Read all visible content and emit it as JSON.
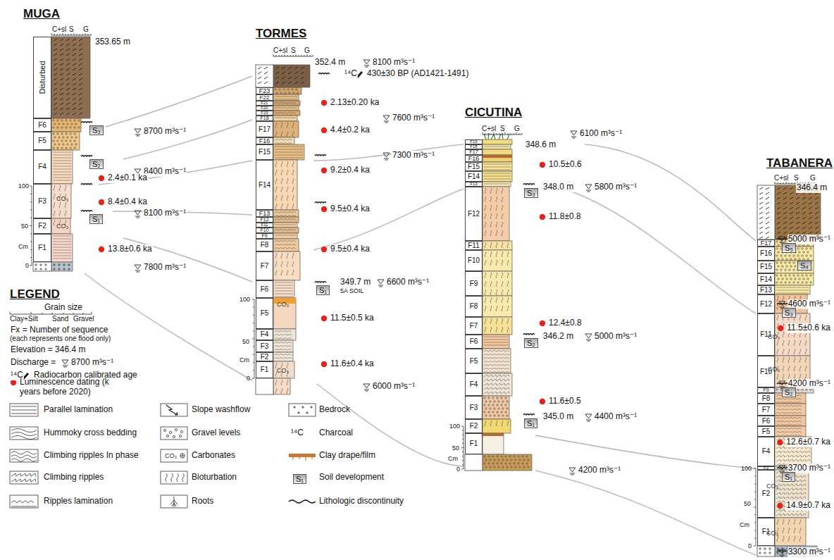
{
  "diagram": {
    "nodes": [
      {
        "text": [
          "MUGA"
        ]
      },
      {
        "text": [
          "Disturbed"
        ],
        "in": 0
      },
      {
        "text": [
          "F6"
        ],
        "in": 0
      },
      {
        "text": [
          "F5"
        ],
        "in": 0
      },
      {
        "text": [
          "F4"
        ],
        "in": 0
      },
      {
        "text": [
          "F3"
        ],
        "in": 0
      },
      {
        "text": [
          "F2"
        ],
        "in": 0
      },
      {
        "text": [
          "F1"
        ],
        "in": 0
      },
      {
        "text": [
          "TORMES"
        ]
      },
      {
        "text": [
          "F23"
        ],
        "in": 8
      },
      {
        "text": [
          "F22"
        ],
        "in": 8
      },
      {
        "text": [
          "F21"
        ],
        "in": 8
      },
      {
        "text": [
          "F20"
        ],
        "in": 8
      },
      {
        "text": [
          "F19"
        ],
        "in": 8
      },
      {
        "text": [
          "F18"
        ],
        "in": 8
      },
      {
        "text": [
          "F17"
        ],
        "in": 8
      },
      {
        "text": [
          "F16"
        ],
        "in": 8
      },
      {
        "text": [
          "F15"
        ],
        "in": 8
      },
      {
        "text": [
          "F14"
        ],
        "in": 8
      },
      {
        "text": [
          "F13"
        ],
        "in": 8
      },
      {
        "text": [
          "F12"
        ],
        "in": 8
      },
      {
        "text": [
          "F11"
        ],
        "in": 8
      },
      {
        "text": [
          "F10"
        ],
        "in": 8
      },
      {
        "text": [
          "F9"
        ],
        "in": 8
      },
      {
        "text": [
          "F8"
        ],
        "in": 8
      },
      {
        "text": [
          "F7"
        ],
        "in": 8
      },
      {
        "text": [
          "F6"
        ],
        "in": 8
      },
      {
        "text": [
          "F5"
        ],
        "in": 8
      },
      {
        "text": [
          "F4"
        ],
        "in": 8
      },
      {
        "text": [
          "F3"
        ],
        "in": 8
      },
      {
        "text": [
          "F2"
        ],
        "in": 8
      },
      {
        "text": [
          "F1"
        ],
        "in": 8
      },
      {
        "text": [
          "CICUTINA"
        ]
      },
      {
        "text": [
          "F19"
        ],
        "in": 32
      },
      {
        "text": [
          "F18"
        ],
        "in": 32
      },
      {
        "text": [
          "F17"
        ],
        "in": 32
      },
      {
        "text": [
          "F16"
        ],
        "in": 32
      },
      {
        "text": [
          "F15"
        ],
        "in": 32
      },
      {
        "text": [
          "F14"
        ],
        "in": 32
      },
      {
        "text": [
          "F13"
        ],
        "in": 32
      },
      {
        "text": [
          "F12"
        ],
        "in": 32
      },
      {
        "text": [
          "F11"
        ],
        "in": 32
      },
      {
        "text": [
          "F10"
        ],
        "in": 32
      },
      {
        "text": [
          "F9"
        ],
        "in": 32
      },
      {
        "text": [
          "F8"
        ],
        "in": 32
      },
      {
        "text": [
          "F7"
        ],
        "in": 32
      },
      {
        "text": [
          "F6"
        ],
        "in": 32
      },
      {
        "text": [
          "F5"
        ],
        "in": 32
      },
      {
        "text": [
          "F4"
        ],
        "in": 32
      },
      {
        "text": [
          "F3"
        ],
        "in": 32
      },
      {
        "text": [
          "F2"
        ],
        "in": 32
      },
      {
        "text": [
          "F1"
        ],
        "in": 32
      },
      {
        "text": [
          "TABANERA"
        ]
      },
      {
        "text": [
          "F17"
        ],
        "in": 52
      },
      {
        "text": [
          "F16"
        ],
        "in": 52
      },
      {
        "text": [
          "F15"
        ],
        "in": 52
      },
      {
        "text": [
          "F14"
        ],
        "in": 52
      },
      {
        "text": [
          "F13"
        ],
        "in": 52
      },
      {
        "text": [
          "F12"
        ],
        "in": 52
      },
      {
        "text": [
          "F11"
        ],
        "in": 52
      },
      {
        "text": [
          "F10"
        ],
        "in": 52
      },
      {
        "text": [
          "F9"
        ],
        "in": 52
      },
      {
        "text": [
          "F8"
        ],
        "in": 52
      },
      {
        "text": [
          "F7"
        ],
        "in": 52
      },
      {
        "text": [
          "F6"
        ],
        "in": 52
      },
      {
        "text": [
          "F5"
        ],
        "in": 52
      },
      {
        "text": [
          "F4"
        ],
        "in": 52
      },
      {
        "text": [
          "F3"
        ],
        "in": 52
      },
      {
        "text": [
          "F2"
        ],
        "in": 52
      },
      {
        "text": [
          "F1"
        ],
        "in": 52
      }
    ],
    "labels": [
      "C+sl",
      "S",
      "G",
      "353.65 m",
      "S₃",
      "8700 m³s⁻¹",
      "S₂",
      "8400 m³s⁻¹",
      "2.4±0.1 ka",
      "8.4±0.4 ka",
      "S₁",
      "8100 m³s⁻¹",
      "13.8±0.6 ka",
      "7800 m³s⁻¹",
      "CO₃",
      "CO₃",
      "100",
      "50",
      "0",
      "Cm",
      "C+sl",
      "S",
      "G",
      "352.4 m",
      "8100 m³s⁻¹",
      "¹⁴C",
      "430±30 BP (AD1421-1491)",
      "2.13±0.20 ka",
      "7600 m³s⁻¹",
      "4.4±0.2 ka",
      "7300 m³s⁻¹",
      "9.2±0.4 ka",
      "9.5±0.4 ka",
      "9.5±0.4 ka",
      "S₁",
      "349.7 m",
      "5A SOIL",
      "6600 m³s⁻¹",
      "11.5±0.5 ka",
      "11.6±0.4 ka",
      "6000 m³s⁻¹",
      "CO₃",
      "CO₃",
      "100",
      "50",
      "0",
      "Cm",
      "C+sl",
      "S",
      "G",
      "6100 m³s⁻¹",
      "348.6 m",
      "10.5±0.6",
      "S₃",
      "348.0 m",
      "5800 m³s⁻¹",
      "11.8±0.8",
      "12.4±0.8",
      "S₂",
      "346.2 m",
      "5000 m³s⁻¹",
      "11.6±0.5",
      "S₁",
      "345.0 m",
      "4400 m³s⁻¹",
      "4200 m³s⁻¹",
      "100",
      "50",
      "0",
      "Cm",
      "C+sl",
      "S",
      "G",
      "346.4 m",
      "5000 m³s⁻¹",
      "S₅",
      "S₄",
      "4600 m³s⁻¹",
      "S₃",
      "11.5±0.6 ka",
      "4200 m³s⁻¹",
      "S₂",
      "12.6±0.7 ka",
      "3700 m³s⁻¹",
      "S₁",
      "14.9±0.7 ka",
      "3300 m³s⁻¹",
      "CO₃",
      "CO₃",
      "CO₃",
      "CO₃",
      "100",
      "50",
      "0",
      "Cm",
      "LEGEND",
      "Grain size",
      "Clay+Silt",
      "Sand",
      "Gravel",
      "Fx = Number of sequence",
      "(each represents one flood only)",
      "Elevation = 346.4 m",
      "Discharge =",
      "8700 m³s⁻¹",
      "¹⁴C",
      "CO₃",
      "¹⁴C",
      "S₁"
    ],
    "legend": [
      {
        "text": "Radiocarbon calibrated age"
      },
      {
        "text": "Luminescence dating (k years before 2020)",
        "color": "#e3241c"
      },
      {
        "text": "Parallel lamination"
      },
      {
        "text": "Hummoky cross bedding"
      },
      {
        "text": "Climbing ripples In phase"
      },
      {
        "text": "Climbing ripples"
      },
      {
        "text": "Ripples lamination"
      },
      {
        "text": "Slope washflow"
      },
      {
        "text": "Gravel levels"
      },
      {
        "text": "Carbonates"
      },
      {
        "text": "Bioturbation"
      },
      {
        "text": "Roots"
      },
      {
        "text": "Bedrock"
      },
      {
        "text": "Charcoal"
      },
      {
        "text": "Clay drape/film"
      },
      {
        "text": "Soil development"
      },
      {
        "text": "Lithologic discontinuity"
      }
    ]
  }
}
